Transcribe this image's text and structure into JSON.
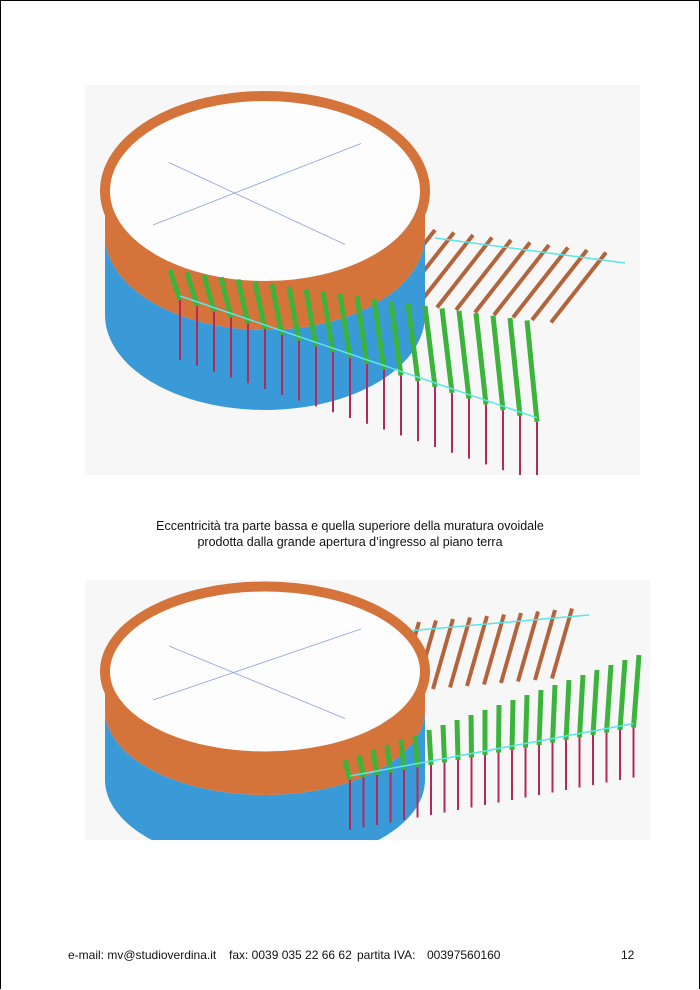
{
  "caption": {
    "line1": "Eccentricità tra parte bassa e quella superiore della muratura ovoidale",
    "line2": "prodotta dalla grande apertura d’ingresso al piano terra"
  },
  "footer": {
    "email": "e-mail: mv@studioverdina.it",
    "fax": "fax: 0039 035 22 66 62",
    "vat_label": "partita IVA:",
    "vat_number": "00397560160",
    "page_number": "12"
  },
  "colors": {
    "wall_top": "#d4733a",
    "wall_bottom": "#3a9ad8",
    "deck_beam": "#3cb43c",
    "roof_beam": "#b4643c",
    "pillar": "#b4285a",
    "tie": "#5ae6e6"
  }
}
